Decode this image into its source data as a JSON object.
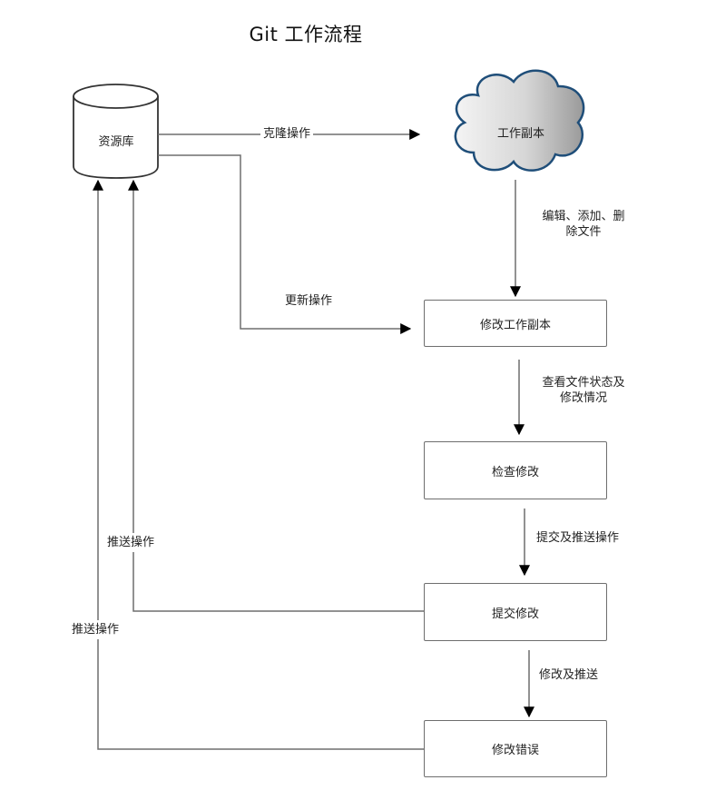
{
  "title": "Git 工作流程",
  "nodes": {
    "repository": "资源库",
    "working_copy": "工作副本",
    "modify_working_copy": "修改工作副本",
    "review_changes": "检查修改",
    "commit_changes": "提交修改",
    "fix_errors": "修改错误"
  },
  "edges": {
    "clone": "克隆操作",
    "update": "更新操作",
    "edit_line1": "编辑、添加、删",
    "edit_line2": "除文件",
    "status_line1": "查看文件状态及",
    "status_line2": "修改情况",
    "commit_push": "提交及推送操作",
    "amend_push": "修改及推送",
    "push_inner": "推送操作",
    "push_outer": "推送操作"
  },
  "colors": {
    "line": "#6e6e6e",
    "cloud_stroke": "#1f4e79",
    "cloud_fill_light": "#f4f4f4",
    "cloud_fill_dark": "#9a9a9a"
  }
}
